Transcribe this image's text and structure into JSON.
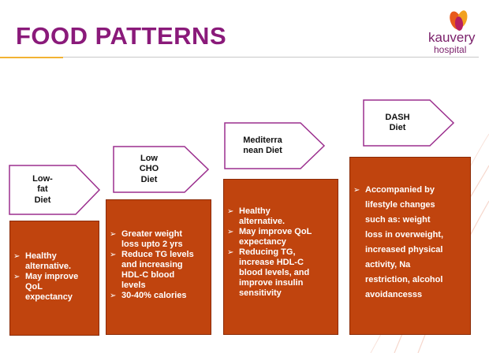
{
  "title": "FOOD PATTERNS",
  "logo": {
    "name": "kauvery",
    "sub": "hospital"
  },
  "colors": {
    "title": "#8a1a7a",
    "box": "#c0440e",
    "accent": "#f2b233",
    "arrow_border": "#9b2f8e"
  },
  "diets": [
    {
      "label": "Low-\nfat\nDiet",
      "points": [
        "Healthy\nalternative.",
        "May improve\nQoL\nexpectancy"
      ]
    },
    {
      "label": "Low\nCHO\nDiet",
      "points": [
        "Greater weight\nloss upto 2 yrs",
        "Reduce TG levels\nand increasing\nHDL-C blood\nlevels",
        "30-40% calories"
      ]
    },
    {
      "label": "Mediterra\nnean Diet",
      "points": [
        "Healthy\nalternative.",
        "May improve QoL\nexpectancy",
        " Reducing TG,\nincrease HDL-C\nblood levels, and\nimprove insulin\nsensitivity"
      ]
    },
    {
      "label": "DASH\nDiet",
      "points": [
        "Accompanied by\nlifestyle changes\nsuch as: weight\nloss in overweight,\nincreased physical\nactivity, Na\nrestriction, alcohol\navoidancesss"
      ]
    }
  ]
}
